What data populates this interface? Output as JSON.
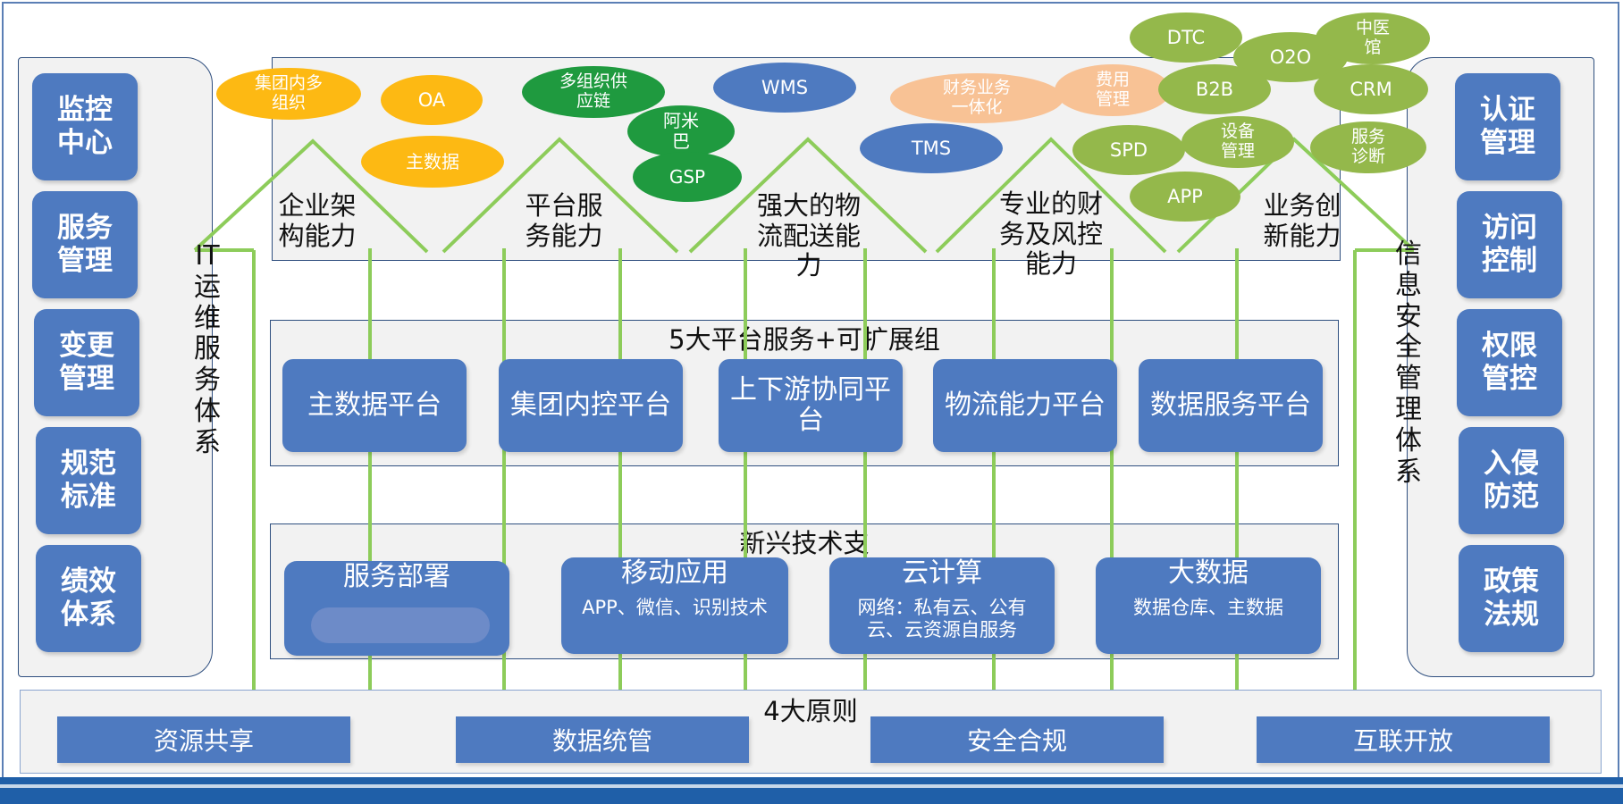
{
  "left_panel": {
    "items": [
      "监控中心",
      "服务管理",
      "变更管理",
      "规范标准",
      "绩效体系"
    ],
    "vertical_label": "IT运维服务体系"
  },
  "right_panel": {
    "items": [
      "认证管理",
      "访问控制",
      "权限管控",
      "入侵防范",
      "政策法规"
    ],
    "vertical_label": "信息安全管理体系"
  },
  "abilities": [
    "企业架构能力",
    "平台服务能力",
    "强大的物流配送能力",
    "专业的财务及风控能力",
    "业务创新能力"
  ],
  "ellipses": {
    "group_multi_org": "集团内多组织",
    "oa": "OA",
    "master_data": "主数据",
    "multi_org_supply": "多组织供应链",
    "amiba": "阿米巴",
    "gsp": "GSP",
    "wms": "WMS",
    "tms": "TMS",
    "finance_integration": "财务业务一体化",
    "expense_mgmt": "费用管理",
    "dtc": "DTC",
    "o2o": "O2O",
    "tcm": "中医馆",
    "b2b": "B2B",
    "crm": "CRM",
    "spd": "SPD",
    "equipment_mgmt": "设备管理",
    "service_diagnosis": "服务诊断",
    "app": "APP"
  },
  "platforms": {
    "title": "5大平台服务+可扩展组",
    "items": [
      "主数据平台",
      "集团内控平台",
      "上下游协同平台",
      "物流能力平台",
      "数据服务平台"
    ]
  },
  "tech": {
    "title": "新兴技术支",
    "items": [
      {
        "title": "服务部署",
        "sub": ""
      },
      {
        "title": "移动应用",
        "sub": "APP、微信、识别技术"
      },
      {
        "title": "云计算",
        "sub": "网络：私有云、公有云、云资源自服务"
      },
      {
        "title": "大数据",
        "sub": "数据仓库、主数据"
      }
    ]
  },
  "principles": {
    "title": "4大原则",
    "items": [
      "资源共享",
      "数据统管",
      "安全合规",
      "互联开放"
    ]
  },
  "colors": {
    "box_blue": "#4e7ac0",
    "connector_green": "#8dcc5a",
    "yellow": "#fdb913",
    "green": "#1f9a3f",
    "peach": "#f8c295",
    "olive": "#94b84b",
    "bottom_bar": "#1f5fa8"
  }
}
